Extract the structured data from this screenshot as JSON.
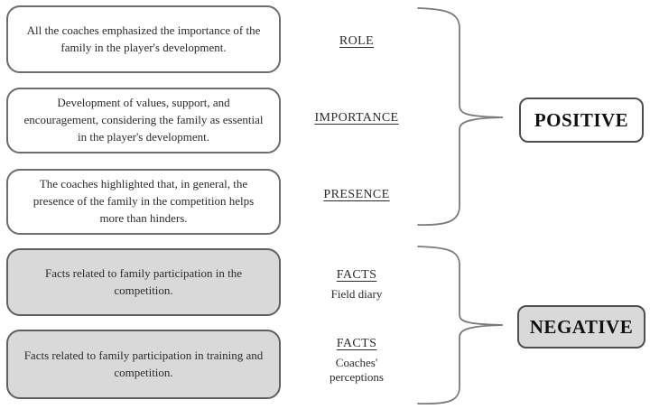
{
  "diagram": {
    "left_boxes": [
      {
        "text": "All the coaches emphasized the importance of the family in the player's development."
      },
      {
        "text": "Development of values, support, and encouragement, considering the family as essential in the player's development."
      },
      {
        "text": "The coaches highlighted that, in general, the presence of the family in the competition helps more than hinders."
      },
      {
        "text": "Facts related to family participation in the competition."
      },
      {
        "text": "Facts related to family participation in training and competition."
      }
    ],
    "labels": [
      {
        "title": "ROLE"
      },
      {
        "title": "IMPORTANCE"
      },
      {
        "title": "PRESENCE"
      },
      {
        "title": "FACTS",
        "subtitle": "Field diary"
      },
      {
        "title": "FACTS",
        "subtitle": "Coaches' perceptions"
      }
    ],
    "outcomes": [
      {
        "label": "POSITIVE"
      },
      {
        "label": "NEGATIVE"
      }
    ],
    "colors": {
      "box_white": "#ffffff",
      "box_gray": "#d9d9d9",
      "border_gray": "#6d6d6d",
      "brace_gray": "#7a7a7a",
      "text": "#2b2b2b"
    }
  }
}
